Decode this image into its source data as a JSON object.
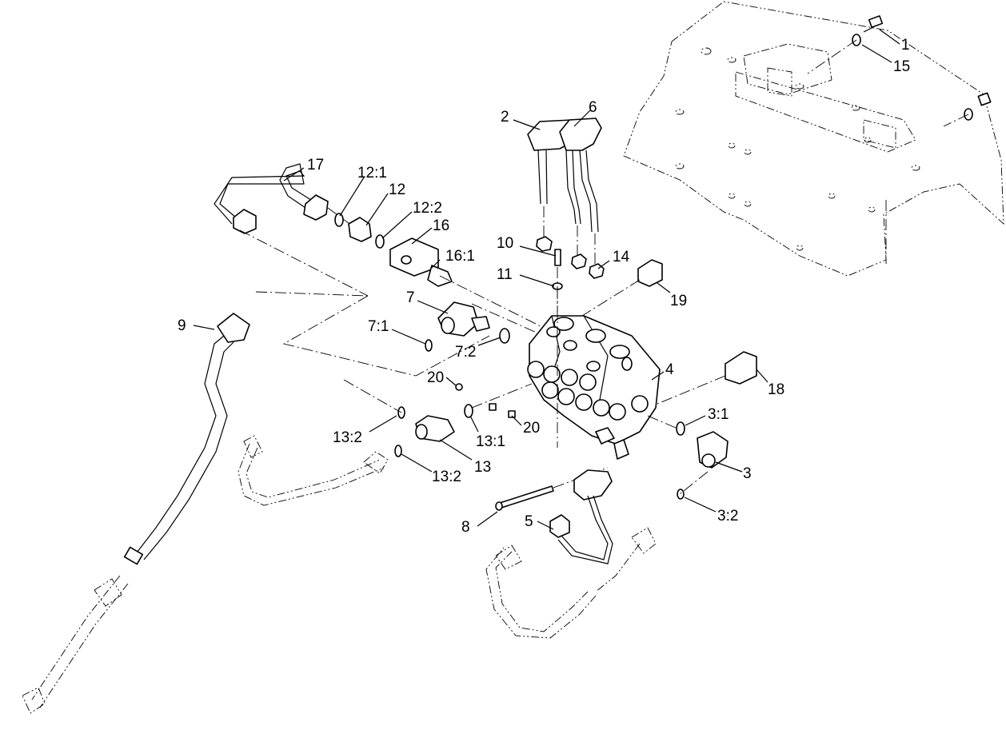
{
  "callouts": [
    {
      "id": "c1",
      "text": "1"
    },
    {
      "id": "c15",
      "text": "15"
    },
    {
      "id": "c2",
      "text": "2"
    },
    {
      "id": "c6",
      "text": "6"
    },
    {
      "id": "c17",
      "text": "17"
    },
    {
      "id": "c12_1",
      "text": "12:1"
    },
    {
      "id": "c12",
      "text": "12"
    },
    {
      "id": "c12_2",
      "text": "12:2"
    },
    {
      "id": "c16",
      "text": "16"
    },
    {
      "id": "c16_1",
      "text": "16:1"
    },
    {
      "id": "c10",
      "text": "10"
    },
    {
      "id": "c14",
      "text": "14"
    },
    {
      "id": "c11",
      "text": "11"
    },
    {
      "id": "c19",
      "text": "19"
    },
    {
      "id": "c7",
      "text": "7"
    },
    {
      "id": "c9",
      "text": "9"
    },
    {
      "id": "c7_1",
      "text": "7:1"
    },
    {
      "id": "c7_2",
      "text": "7:2"
    },
    {
      "id": "c20a",
      "text": "20"
    },
    {
      "id": "c4",
      "text": "4"
    },
    {
      "id": "c18",
      "text": "18"
    },
    {
      "id": "c3_1",
      "text": "3:1"
    },
    {
      "id": "c20b",
      "text": "20"
    },
    {
      "id": "c13_2a",
      "text": "13:2"
    },
    {
      "id": "c13_1",
      "text": "13:1"
    },
    {
      "id": "c13",
      "text": "13"
    },
    {
      "id": "c13_2b",
      "text": "13:2"
    },
    {
      "id": "c3",
      "text": "3"
    },
    {
      "id": "c3_2",
      "text": "3:2"
    },
    {
      "id": "c8",
      "text": "8"
    },
    {
      "id": "c5",
      "text": "5"
    }
  ]
}
